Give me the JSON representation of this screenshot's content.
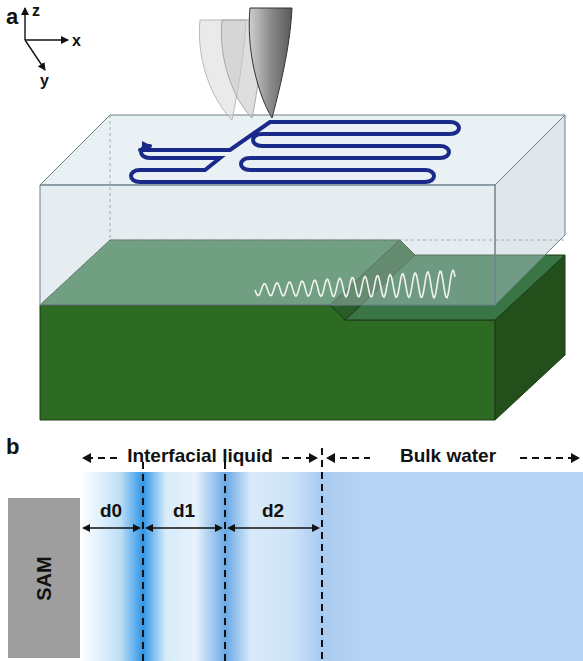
{
  "diagram": {
    "nodes": [
      {
        "text": [
          "SAM"
        ]
      }
    ],
    "labels": [
      "a",
      "z",
      "x",
      "y",
      "b",
      "Interfacial liquid",
      "Bulk water",
      "d0",
      "d1",
      "d2"
    ]
  }
}
